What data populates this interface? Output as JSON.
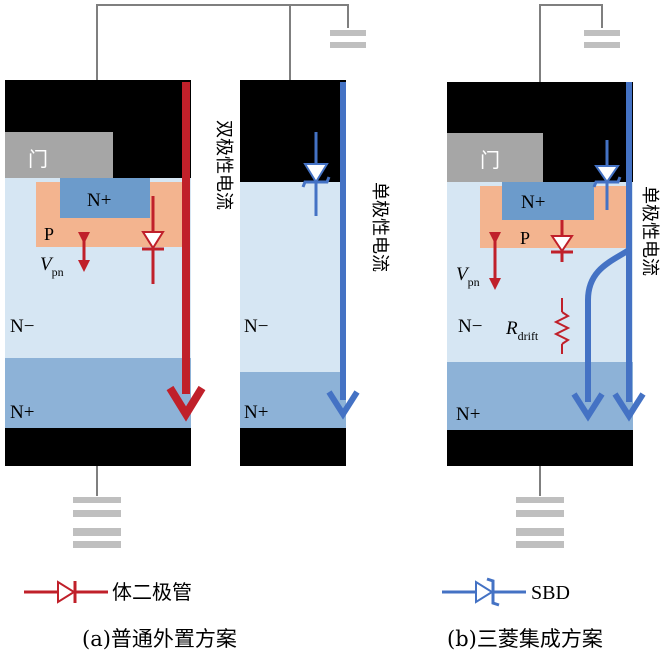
{
  "colors": {
    "metal": "#000000",
    "gate": "#a6a6a6",
    "drift": "#d6e6f3",
    "substrate": "#8db2d7",
    "p_region": "#f3b48f",
    "n_plus_source": "#6c9bcb",
    "bipolar_red": "#c0202a",
    "unipolar_blue": "#4472c4",
    "wire": "#7f7f7f",
    "ground": "#bfbfbf"
  },
  "panel_a": {
    "gate_label": "门",
    "n_plus_top": "N+",
    "p_label": "P",
    "vpn_main": "V",
    "vpn_sub": "pn",
    "n_minus": "N−",
    "n_plus_bottom": "N+",
    "current_label": "双极性电流"
  },
  "panel_a2": {
    "n_minus": "N−",
    "n_plus_bottom": "N+",
    "current_label": "单极性电流"
  },
  "panel_b": {
    "gate_label": "门",
    "n_plus_top": "N+",
    "p_label": "P",
    "vpn_main": "V",
    "vpn_sub": "pn",
    "n_minus": "N−",
    "rdrift_main": "R",
    "rdrift_sub": "drift",
    "n_plus_bottom": "N+",
    "current_label": "单极性电流"
  },
  "legend": {
    "body_diode": "体二极管",
    "sbd": "SBD"
  },
  "captions": {
    "a": "(a)普通外置方案",
    "b": "(b)三菱集成方案"
  }
}
